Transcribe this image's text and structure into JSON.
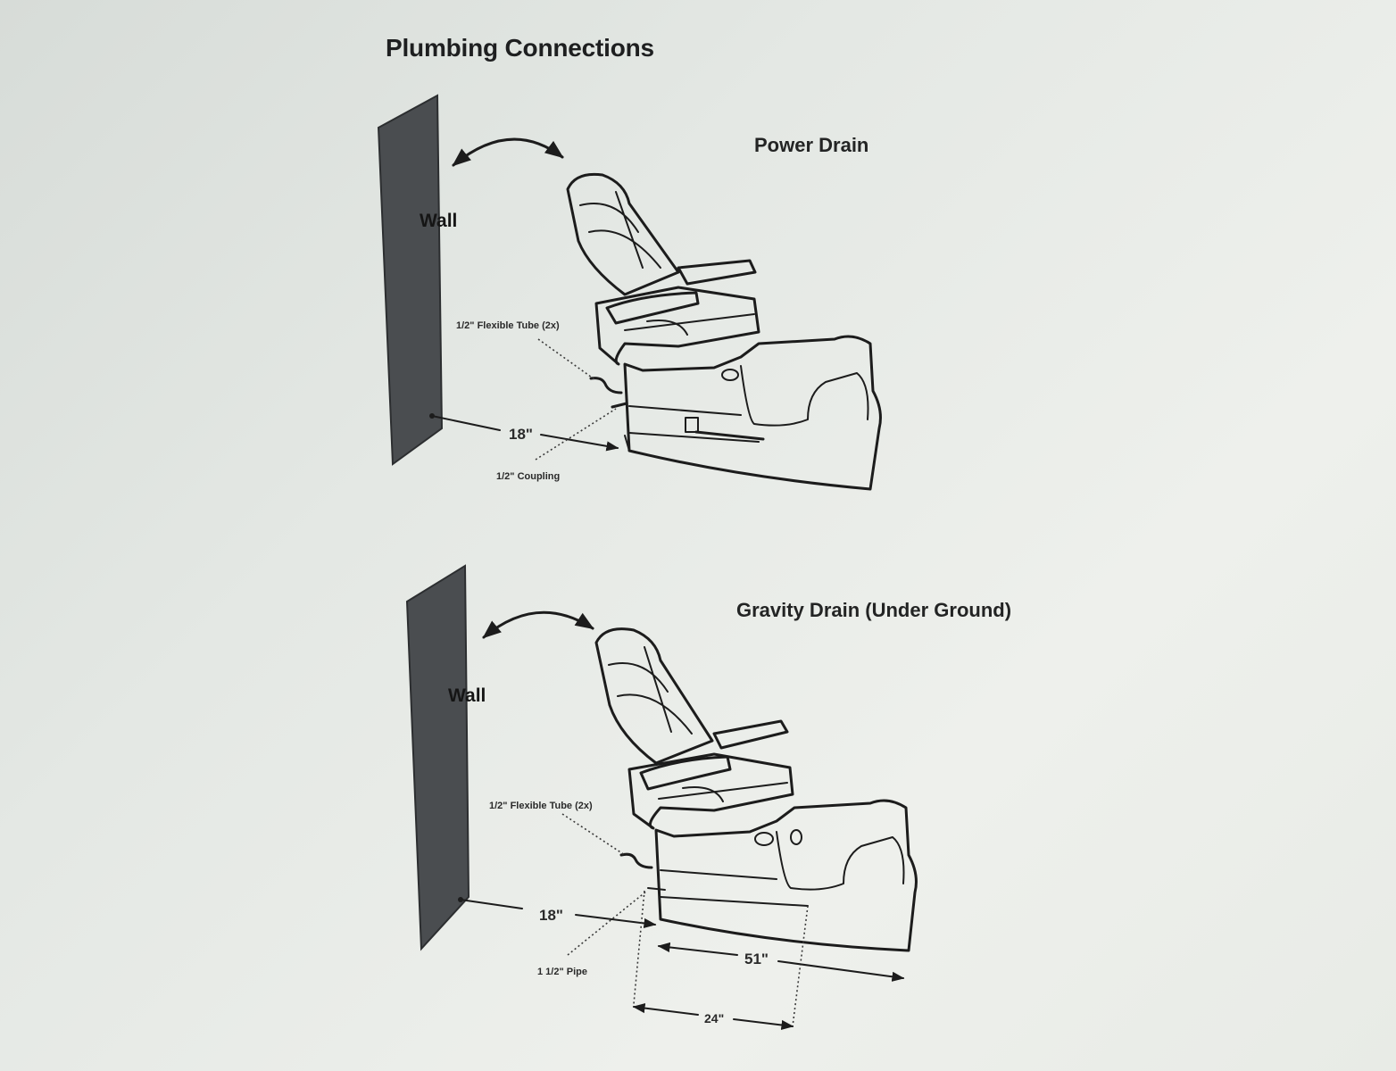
{
  "title": "Plumbing Connections",
  "power_drain": {
    "title": "Power Drain",
    "wall_label": "Wall",
    "tube_label": "1/2\" Flexible Tube (2x)",
    "distance_label": "18\"",
    "coupling_label": "1/2\" Coupling"
  },
  "gravity_drain": {
    "title": "Gravity Drain (Under Ground)",
    "wall_label": "Wall",
    "tube_label": "1/2\" Flexible Tube (2x)",
    "distance_label": "18\"",
    "pipe_label": "1 1/2\" Pipe",
    "length_label": "51\"",
    "width_label": "24\""
  },
  "colors": {
    "wall_fill": "#4a4d50",
    "ink": "#1c1c1c",
    "paper": "#e6e9e5"
  }
}
